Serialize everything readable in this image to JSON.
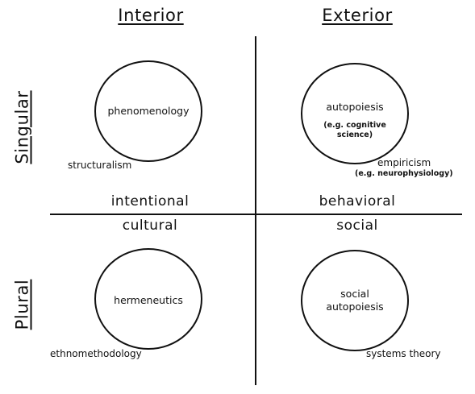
{
  "columns": {
    "left": "Interior",
    "right": "Exterior"
  },
  "rows": {
    "top": "Singular",
    "bottom": "Plural"
  },
  "axis_labels": {
    "top_left": "intentional",
    "top_right": "behavioral",
    "bottom_left": "cultural",
    "bottom_right": "social"
  },
  "quadrants": {
    "top_left": {
      "circle": "phenomenology",
      "outer": "structuralism"
    },
    "top_right": {
      "circle": "autopoiesis",
      "circle_sub": "(e.g. cognitive science)",
      "outer": "empiricism",
      "outer_sub": "(e.g. neurophysiology)"
    },
    "bottom_left": {
      "circle": "hermeneutics",
      "outer": "ethnomethodology"
    },
    "bottom_right": {
      "circle": "social autopoiesis",
      "outer": "systems theory"
    }
  }
}
